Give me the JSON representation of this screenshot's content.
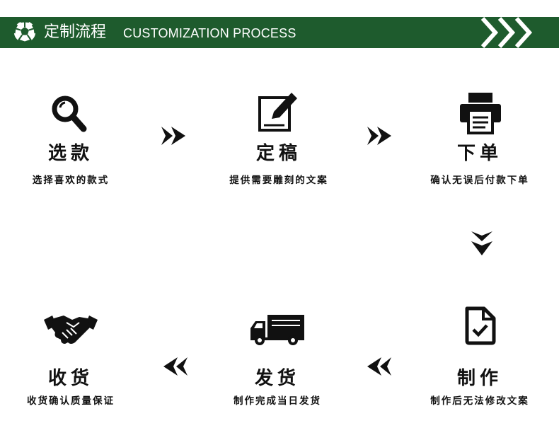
{
  "header": {
    "title_cn": "定制流程",
    "title_en": "CUSTOMIZATION PROCESS",
    "bg_color": "#1e5b2d",
    "logo_icon": "soccer-ball-icon",
    "decor_icon": "triple-chevron-icon"
  },
  "steps": [
    {
      "title": "选款",
      "desc": "选择喜欢的款式",
      "icon": "magnifier-icon"
    },
    {
      "title": "定稿",
      "desc": "提供需要雕刻的文案",
      "icon": "edit-pen-icon"
    },
    {
      "title": "下单",
      "desc": "确认无误后付款下单",
      "icon": "printer-icon"
    },
    {
      "title": "制作",
      "desc": "制作后无法修改文案",
      "icon": "document-check-icon"
    },
    {
      "title": "发货",
      "desc": "制作完成当日发货",
      "icon": "truck-icon"
    },
    {
      "title": "收货",
      "desc": "收货确认质量保证",
      "icon": "handshake-icon"
    }
  ],
  "arrows": [
    "arrow-right-icon",
    "arrow-right-icon",
    "arrow-down-icon",
    "arrow-left-icon",
    "arrow-left-icon"
  ]
}
